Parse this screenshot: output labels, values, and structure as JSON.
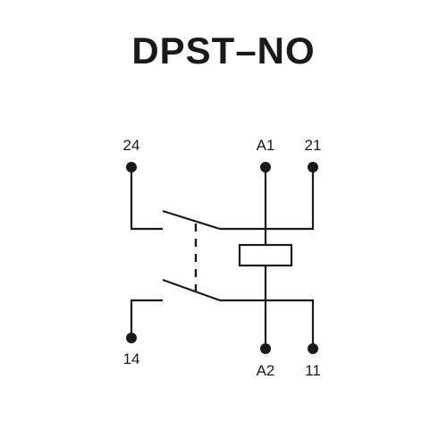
{
  "title": "DPST–NO",
  "terminals": {
    "t24": "24",
    "tA1": "A1",
    "t21": "21",
    "t14": "14",
    "tA2": "A2",
    "t11": "11"
  },
  "colors": {
    "ink": "#1a1a1a",
    "background": "#ffffff"
  }
}
